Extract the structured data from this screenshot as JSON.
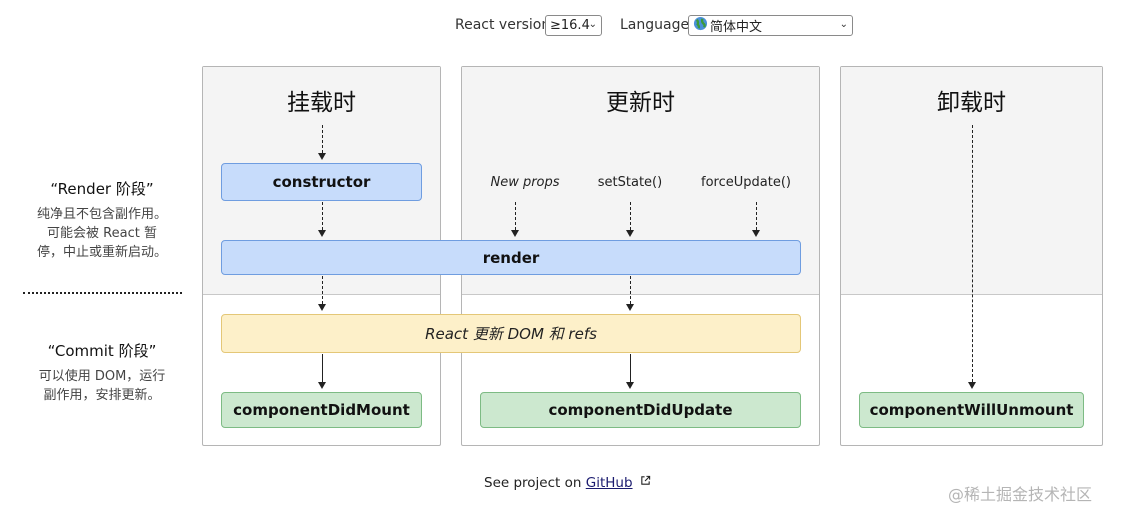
{
  "controls": {
    "version_label": "React version",
    "version_value": "≥16.4",
    "language_label": "Language",
    "language_value": "简体中文",
    "language_icon": "globe-icon"
  },
  "columns": [
    {
      "title": "挂载时"
    },
    {
      "title": "更新时"
    },
    {
      "title": "卸载时"
    }
  ],
  "phases": {
    "render": {
      "title": "“Render 阶段”",
      "desc": [
        "纯净且不包含副作用。",
        "可能会被 React 暂",
        "停，中止或重新启动。"
      ]
    },
    "commit": {
      "title": "“Commit 阶段”",
      "desc": [
        "可以使用 DOM，运行",
        "副作用，安排更新。"
      ]
    }
  },
  "boxes": {
    "constructor": "constructor",
    "render": "render",
    "react_update": "React 更新 DOM 和 refs",
    "did_mount": "componentDidMount",
    "did_update": "componentDidUpdate",
    "will_unmount": "componentWillUnmount"
  },
  "triggers": {
    "new_props": "New props",
    "set_state": "setState()",
    "force_update": "forceUpdate()"
  },
  "footer": {
    "text": "See project on ",
    "link": "GitHub",
    "link_icon": "external-link-icon"
  },
  "watermark": "@稀土掘金技术社区"
}
